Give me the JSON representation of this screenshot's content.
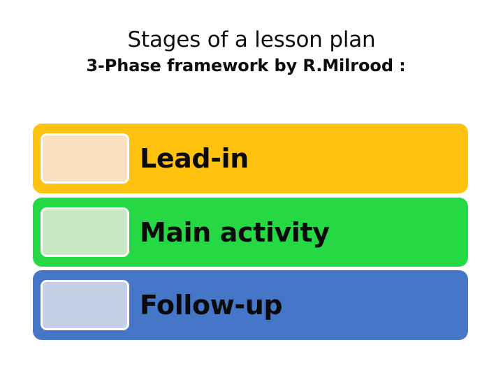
{
  "slide": {
    "background_color": "#ffffff",
    "title": {
      "line1": "Stages of a lesson plan",
      "line2": "3-Phase framework by R.Milrood :"
    },
    "stages": [
      {
        "label": "Lead-in",
        "bar_color": "#FFC20E",
        "swatch_color": "#FAE0C0",
        "swatch_border_color": "#FDFDFB"
      },
      {
        "label": "Main activity",
        "bar_color": "#25D844",
        "swatch_color": "#C8E8C4",
        "swatch_border_color": "#FDFDFB"
      },
      {
        "label": "Follow-up",
        "bar_color": "#4676C8",
        "swatch_color": "#C5CFE5",
        "swatch_border_color": "#FDFDFB"
      }
    ]
  }
}
